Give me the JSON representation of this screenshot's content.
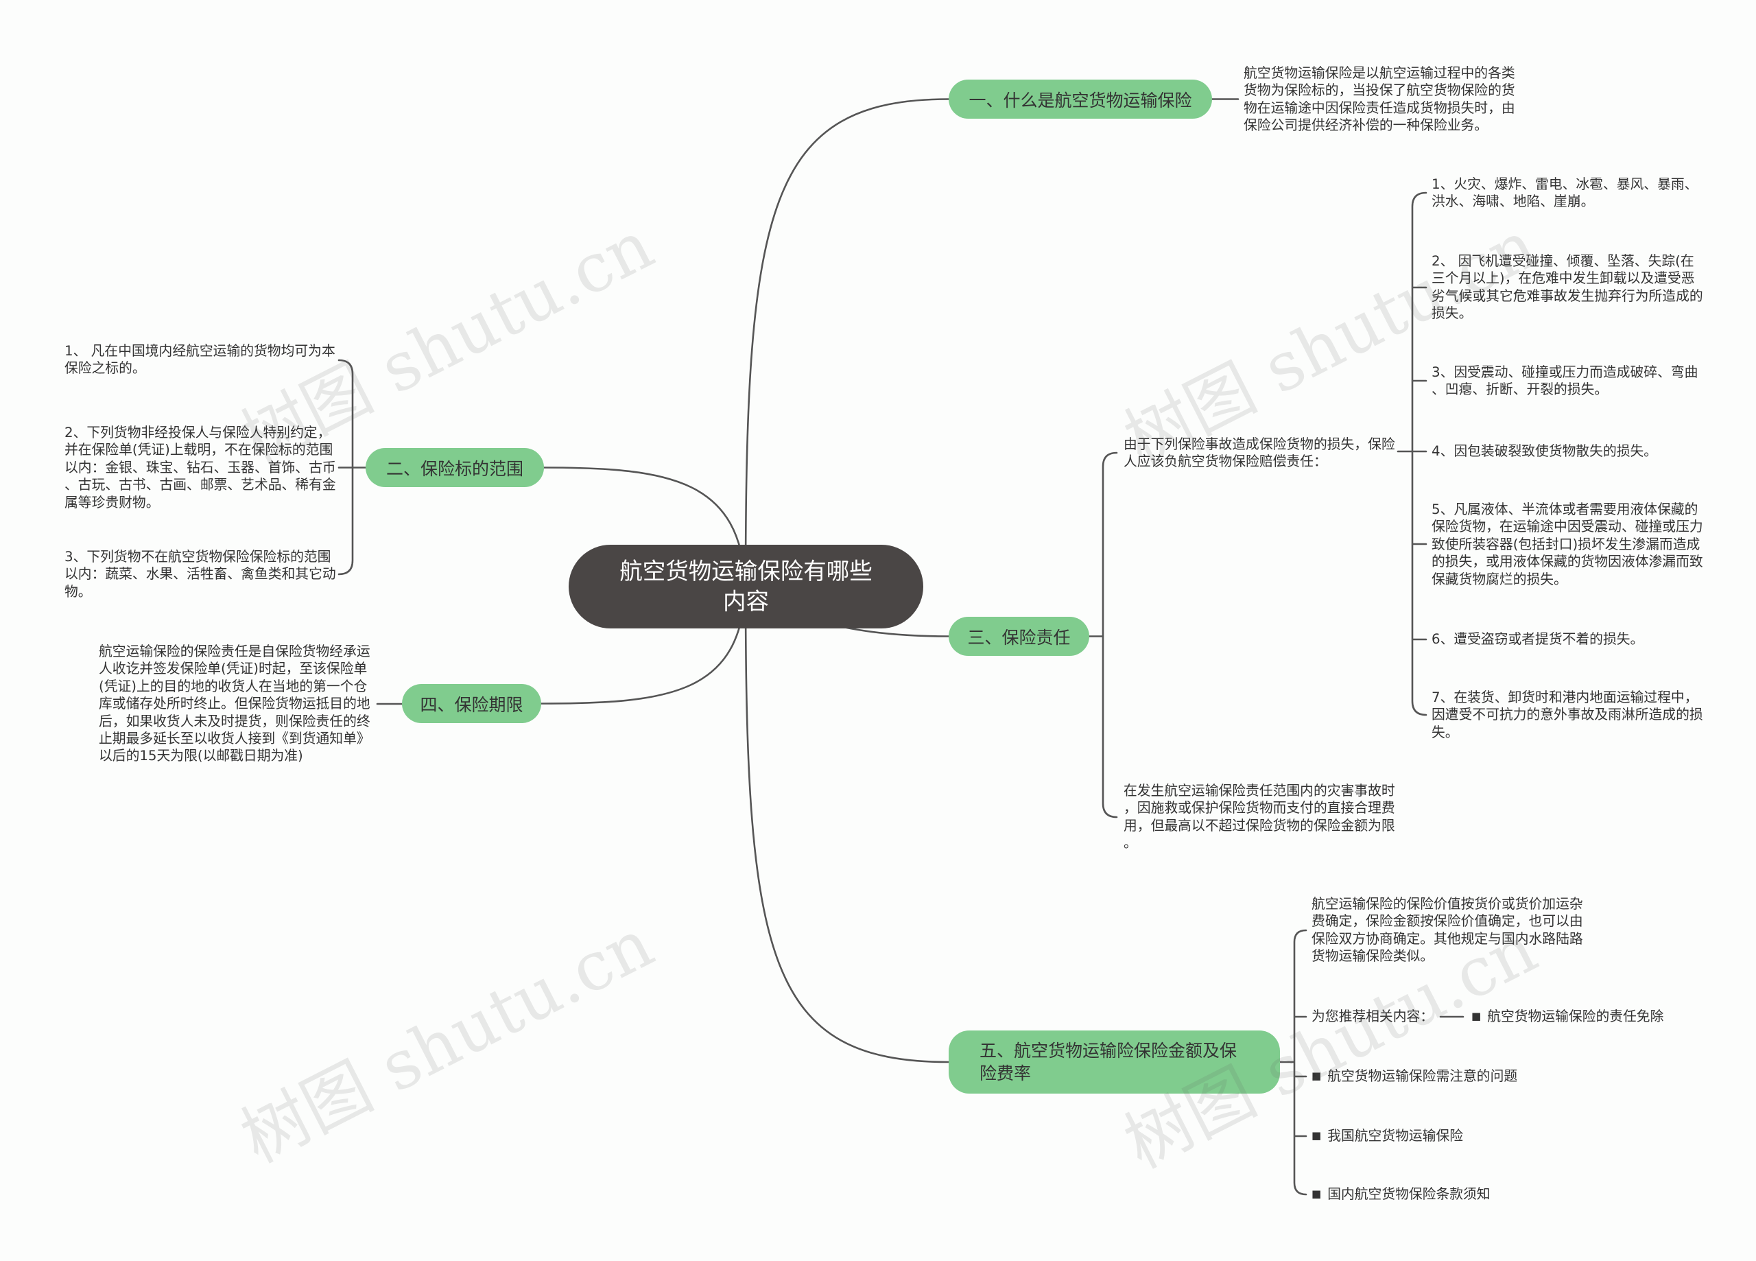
{
  "colors": {
    "background": "#fcfdfc",
    "root_fill": "#4a4645",
    "root_text": "#ffffff",
    "topic_fill": "#80cc8e",
    "topic_text": "#333333",
    "line": "#555555",
    "text": "#333333"
  },
  "watermark": "树图 shutu.cn",
  "root": {
    "lines": [
      "航空货物运输保险有哪些",
      "内容"
    ]
  },
  "topic_1": {
    "label": "一、什么是航空货物运输保险",
    "detail": [
      "航空货物运输保险是以航空运输过程中的各类",
      "货物为保险标的，当投保了航空货物保险的货",
      "物在运输途中因保险责任造成货物损失时，由",
      "保险公司提供经济补偿的一种保险业务。"
    ]
  },
  "topic_2": {
    "label": "二、保险标的范围",
    "items": [
      [
        "1、 凡在中国境内经航空运输的货物均可为本",
        "保险之标的。"
      ],
      [
        "2、下列货物非经投保人与保险人特别约定，",
        "并在保险单(凭证)上载明，不在保险标的范围",
        "以内：金银、珠宝、钻石、玉器、首饰、古币",
        "、古玩、古书、古画、邮票、艺术品、稀有金",
        "属等珍贵财物。"
      ],
      [
        "3、下列货物不在航空货物保险保险标的范围",
        "以内：蔬菜、水果、活牲畜、禽鱼类和其它动",
        "物。"
      ]
    ]
  },
  "topic_3": {
    "label": "三、保险责任",
    "intro": [
      "由于下列保险事故造成保险货物的损失，保险",
      "人应该负航空货物保险赔偿责任："
    ],
    "causes": [
      [
        "1、火灾、爆炸、雷电、冰雹、暴风、暴雨、",
        "洪水、海啸、地陷、崖崩。"
      ],
      [
        "2、 因飞机遭受碰撞、倾覆、坠落、失踪(在",
        "三个月以上)，在危难中发生卸载以及遭受恶",
        "劣气候或其它危难事故发生抛弃行为所造成的",
        "损失。"
      ],
      [
        "3、因受震动、碰撞或压力而造成破碎、弯曲",
        "、凹瘪、折断、开裂的损失。"
      ],
      [
        "4、因包装破裂致使货物散失的损失。"
      ],
      [
        "5、凡属液体、半流体或者需要用液体保藏的",
        "保险货物，在运输途中因受震动、碰撞或压力",
        "致使所装容器(包括封口)损坏发生渗漏而造成",
        "的损失，或用液体保藏的货物因液体渗漏而致",
        "保藏货物腐烂的损失。"
      ],
      [
        "6、遭受盗窃或者提货不着的损失。"
      ],
      [
        "7、在装货、卸货时和港内地面运输过程中，",
        "因遭受不可抗力的意外事故及雨淋所造成的损",
        "失。"
      ]
    ],
    "expenses": [
      "在发生航空运输保险责任范围内的灾害事故时",
      "，因施救或保护保险货物而支付的直接合理费",
      "用，但最高以不超过保险货物的保险金额为限",
      "。"
    ]
  },
  "topic_4": {
    "label": "四、保险期限",
    "detail": [
      "航空运输保险的保险责任是自保险货物经承运",
      "人收讫并签发保险单(凭证)时起，至该保险单",
      "(凭证)上的目的地的收货人在当地的第一个仓",
      "库或储存处所时终止。但保险货物运抵目的地",
      "后，如果收货人未及时提货，则保险责任的终",
      "止期最多延长至以收货人接到《到货通知单》",
      "以后的15天为限(以邮戳日期为准)"
    ]
  },
  "topic_5": {
    "label": [
      "五、航空货物运输险保险金额及保",
      "险费率"
    ],
    "detail": [
      "航空运输保险的保险价值按货价或货价加运杂",
      "费确定，保险金额按保险价值确定，也可以由",
      "保险双方协商确定。其他规定与国内水路陆路",
      "货物运输保险类似。"
    ],
    "recommend_label": "为您推荐相关内容：",
    "bullet": "■",
    "recommend": [
      "航空货物运输保险的责任免除",
      "航空货物运输保险需注意的问题",
      "我国航空货物运输保险",
      "国内航空货物保险条款须知"
    ]
  }
}
